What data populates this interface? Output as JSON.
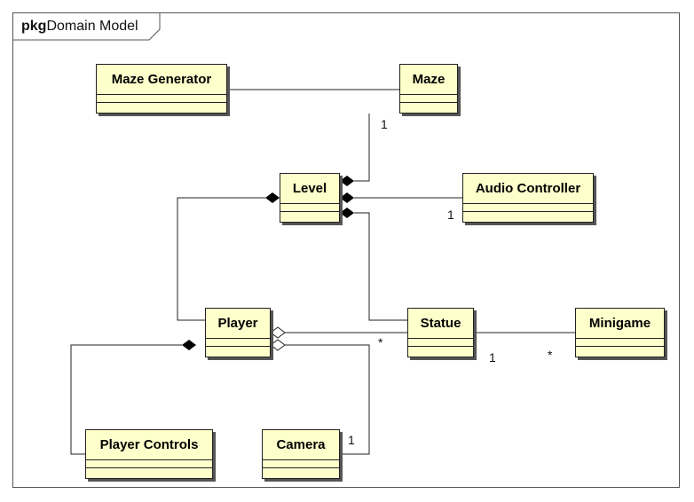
{
  "package": {
    "keyword": "pkg",
    "name": "Domain Model"
  },
  "classes": {
    "maze_generator": "Maze Generator",
    "maze": "Maze",
    "level": "Level",
    "audio_controller": "Audio Controller",
    "player": "Player",
    "statue": "Statue",
    "minigame": "Minigame",
    "player_controls": "Player Controls",
    "camera": "Camera"
  },
  "multiplicities": {
    "maze_level": "1",
    "audio_level": "1",
    "player_statue": "*",
    "statue_minigame_1": "1",
    "statue_minigame_many": "*",
    "camera_player": "1"
  },
  "colors": {
    "class_fill": "#ffffcc",
    "line": "#222222"
  }
}
